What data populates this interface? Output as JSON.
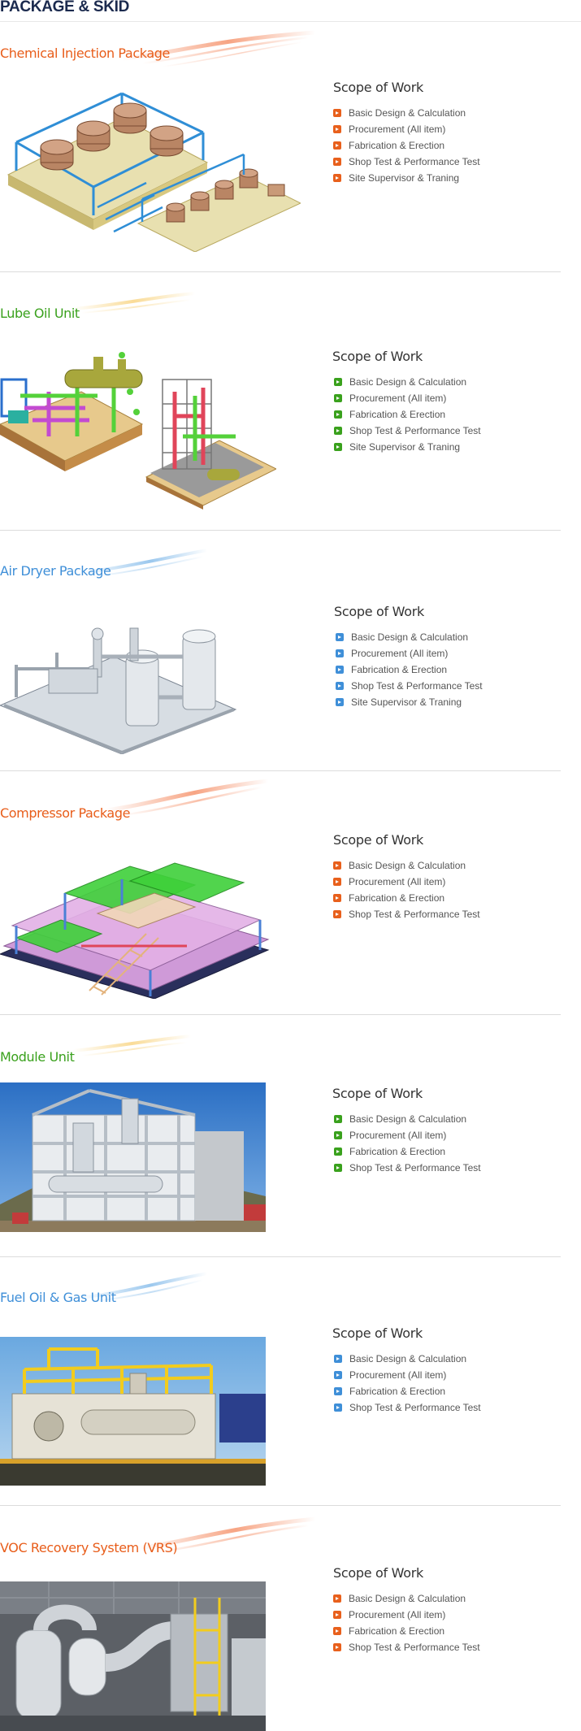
{
  "page_title": "PACKAGE & SKID",
  "scope_heading": "Scope of Work",
  "colors": {
    "orange": "#e85d1a",
    "green": "#3aa11d",
    "blue": "#3f8fd8",
    "title_navy": "#1b2a4e"
  },
  "sections": [
    {
      "title": "Chemical Injection Package",
      "accent": "orange",
      "image_icon": "chemical-injection-package-illustration",
      "scope": [
        "Basic Design & Calculation",
        "Procurement (All item)",
        "Fabrication & Erection",
        "Shop Test & Performance Test",
        "Site Supervisor & Traning"
      ]
    },
    {
      "title": "Lube Oil Unit",
      "accent": "green",
      "image_icon": "lube-oil-unit-illustration",
      "scope": [
        "Basic Design & Calculation",
        "Procurement (All item)",
        "Fabrication & Erection",
        "Shop Test & Performance Test",
        "Site Supervisor & Traning"
      ]
    },
    {
      "title": "Air Dryer Package",
      "accent": "blue",
      "image_icon": "air-dryer-package-illustration",
      "scope": [
        "Basic Design & Calculation",
        "Procurement (All item)",
        "Fabrication & Erection",
        "Shop Test & Performance Test",
        "Site Supervisor & Traning"
      ]
    },
    {
      "title": "Compressor Package",
      "accent": "orange",
      "image_icon": "compressor-package-illustration",
      "scope": [
        "Basic Design & Calculation",
        "Procurement (All item)",
        "Fabrication & Erection",
        "Shop Test & Performance Test"
      ]
    },
    {
      "title": "Module Unit",
      "accent": "green",
      "image_icon": "module-unit-photo",
      "scope": [
        "Basic Design & Calculation",
        "Procurement (All item)",
        "Fabrication & Erection",
        "Shop Test & Performance Test"
      ]
    },
    {
      "title": "Fuel Oil & Gas Unit",
      "accent": "blue",
      "image_icon": "fuel-oil-gas-unit-photo",
      "scope": [
        "Basic Design & Calculation",
        "Procurement (All item)",
        "Fabrication & Erection",
        "Shop Test & Performance Test"
      ]
    },
    {
      "title": "VOC Recovery System (VRS)",
      "accent": "orange",
      "image_icon": "voc-recovery-system-photo",
      "scope": [
        "Basic Design & Calculation",
        "Procurement (All item)",
        "Fabrication & Erection",
        "Shop Test & Performance Test"
      ]
    }
  ]
}
